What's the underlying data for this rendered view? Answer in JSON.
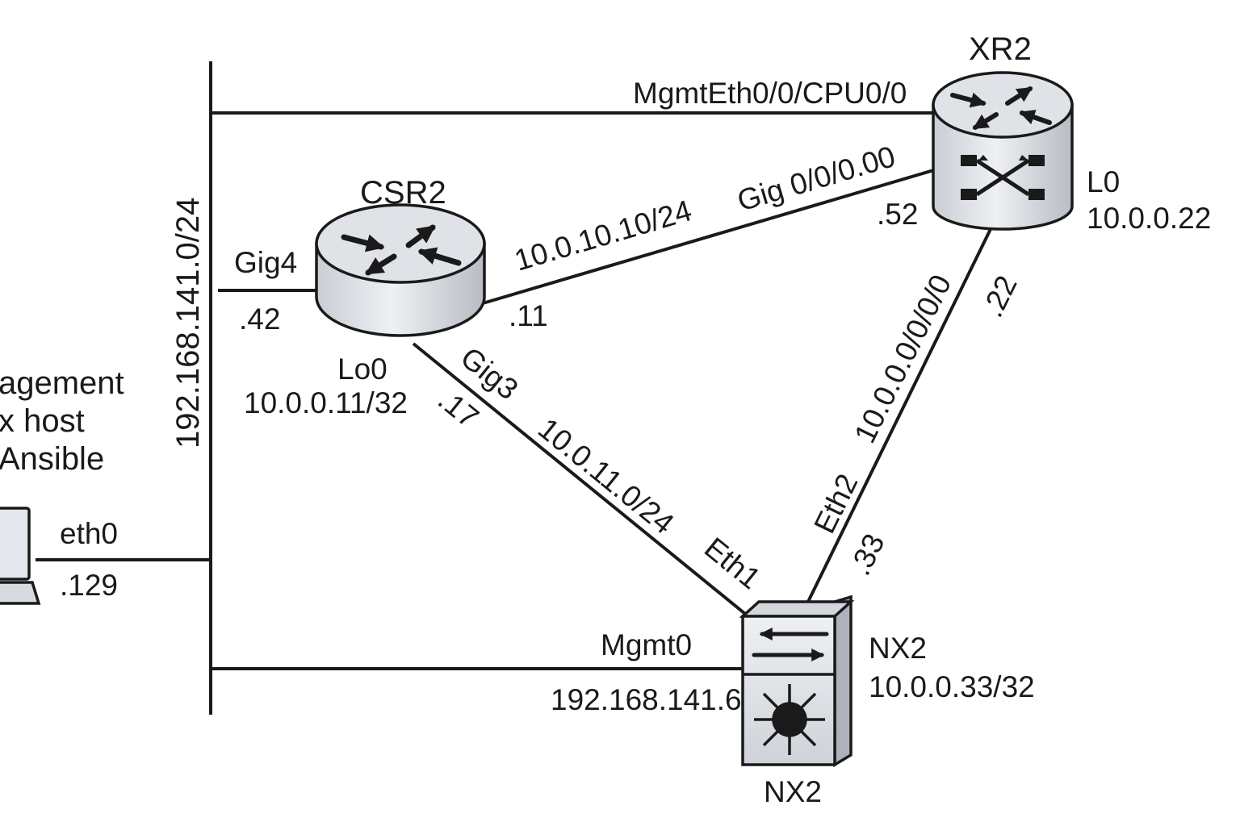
{
  "management_host": {
    "lines": [
      "agement",
      "x host",
      "Ansible"
    ],
    "iface": "eth0",
    "ip": ".129"
  },
  "mgmt_network": {
    "label": "192.168.141.0/24"
  },
  "devices": {
    "csr2": {
      "name": "CSR2",
      "mgmt_iface": "Gig4",
      "mgmt_ip": ".42",
      "loopback_name": "Lo0",
      "loopback_ip": "10.0.0.11/32"
    },
    "xr2": {
      "name": "XR2",
      "mgmt_iface": "MgmtEth0/0/CPU0/0",
      "loopback_name": "L0",
      "loopback_ip": "10.0.0.22"
    },
    "nx2": {
      "name_side": "NX2",
      "loopback_ip": "10.0.0.33/32",
      "name_bottom": "NX2",
      "mgmt_iface": "Mgmt0",
      "mgmt_ip": "192.168.141.6"
    }
  },
  "links": {
    "csr2_xr2": {
      "subnet": "10.0.10.10/24",
      "a_ip": ".11",
      "b_iface": "Gig 0/0/0.00",
      "b_ip": ".52"
    },
    "csr2_nx2": {
      "a_iface": "Gig3",
      "a_ip": ".17",
      "subnet": "10.0.11.0/24",
      "b_iface": "Eth1"
    },
    "xr2_nx2": {
      "subnet": "10.0.0.0/0/0/0",
      "a_ip": ".22",
      "b_iface": "Eth2",
      "b_ip": ".33"
    }
  }
}
